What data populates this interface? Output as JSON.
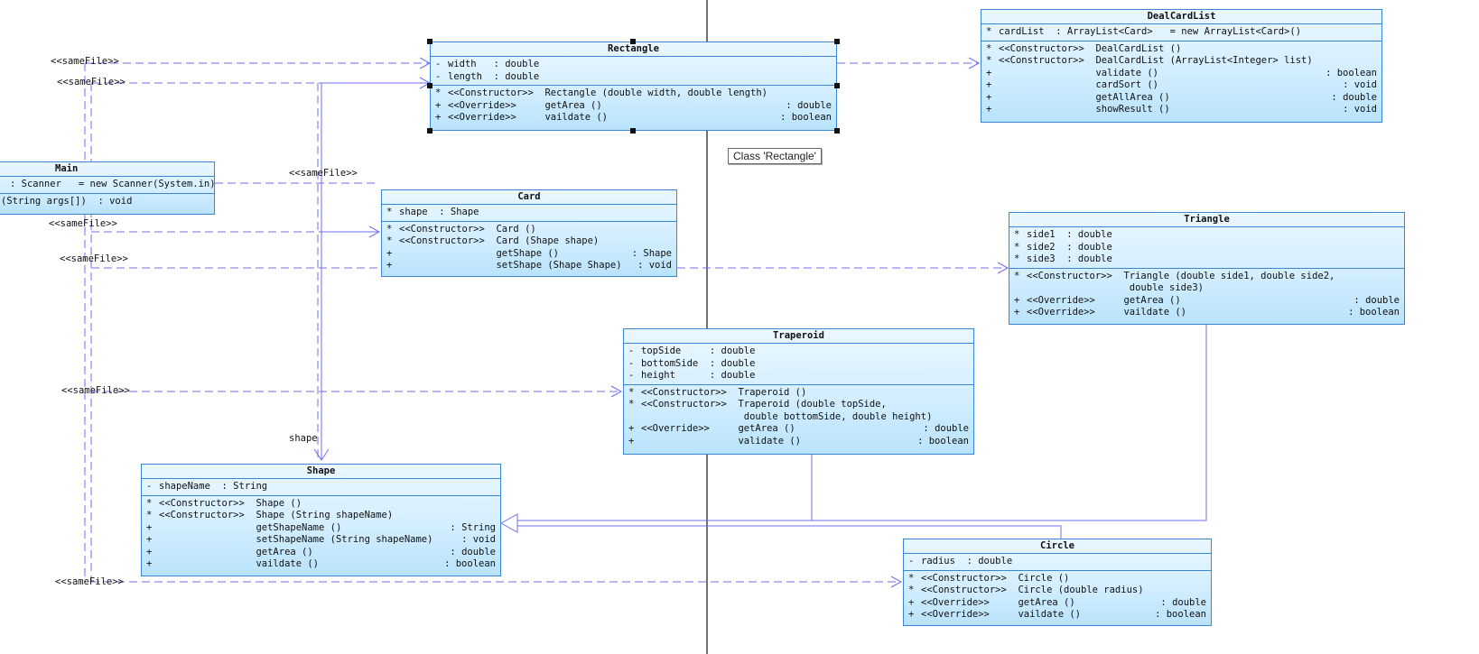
{
  "classes": {
    "rectangle": {
      "name": "Rectangle",
      "attributes": [
        {
          "vis": "-",
          "name": "width   : double"
        },
        {
          "vis": "-",
          "name": "length  : double"
        }
      ],
      "operations": [
        {
          "vis": "*",
          "st": "<<Constructor>>  ",
          "name": "Rectangle (double width, double length)",
          "type": ""
        },
        {
          "vis": "+",
          "st": "<<Override>>     ",
          "name": "getArea ()",
          "type": ": double"
        },
        {
          "vis": "+",
          "st": "<<Override>>     ",
          "name": "vaildate ()",
          "type": ": boolean"
        }
      ]
    },
    "dealcardlist": {
      "name": "DealCardList",
      "attributes": [
        {
          "vis": "*",
          "name": "cardList  : ArrayList<Card>   = new ArrayList<Card>()"
        }
      ],
      "operations": [
        {
          "vis": "*",
          "st": "<<Constructor>>  ",
          "name": "DealCardList ()",
          "type": ""
        },
        {
          "vis": "*",
          "st": "<<Constructor>>  ",
          "name": "DealCardList (ArrayList<Integer> list)",
          "type": ""
        },
        {
          "vis": "+",
          "st": "                 ",
          "name": "validate ()",
          "type": ": boolean"
        },
        {
          "vis": "+",
          "st": "                 ",
          "name": "cardSort ()",
          "type": ": void"
        },
        {
          "vis": "+",
          "st": "                 ",
          "name": "getAllArea ()",
          "type": ": double"
        },
        {
          "vis": "+",
          "st": "                 ",
          "name": "showResult ()",
          "type": ": void"
        }
      ]
    },
    "main": {
      "name": "Main",
      "attributes": [
        {
          "vis": "",
          "name": ": Scanner   = new Scanner(System.in)"
        }
      ],
      "operations": [
        {
          "vis": "",
          "st": "",
          "name": "(String args[])  : void",
          "type": ""
        }
      ]
    },
    "card": {
      "name": "Card",
      "attributes": [
        {
          "vis": "*",
          "name": "shape  : Shape"
        }
      ],
      "operations": [
        {
          "vis": "*",
          "st": "<<Constructor>>  ",
          "name": "Card ()",
          "type": ""
        },
        {
          "vis": "*",
          "st": "<<Constructor>>  ",
          "name": "Card (Shape shape)",
          "type": ""
        },
        {
          "vis": "+",
          "st": "                 ",
          "name": "getShape ()",
          "type": ": Shape"
        },
        {
          "vis": "+",
          "st": "                 ",
          "name": "setShape (Shape Shape)",
          "type": ": void"
        }
      ]
    },
    "triangle": {
      "name": "Triangle",
      "attributes": [
        {
          "vis": "*",
          "name": "side1  : double"
        },
        {
          "vis": "*",
          "name": "side2  : double"
        },
        {
          "vis": "*",
          "name": "side3  : double"
        }
      ],
      "operations": [
        {
          "vis": "*",
          "st": "<<Constructor>>  ",
          "name": "Triangle (double side1, double side2,\n double side3)",
          "type": ""
        },
        {
          "vis": "+",
          "st": "<<Override>>     ",
          "name": "getArea ()",
          "type": ": double"
        },
        {
          "vis": "+",
          "st": "<<Override>>     ",
          "name": "vaildate ()",
          "type": ": boolean"
        }
      ]
    },
    "traperoid": {
      "name": "Traperoid",
      "attributes": [
        {
          "vis": "-",
          "name": "topSide     : double"
        },
        {
          "vis": "-",
          "name": "bottomSide  : double"
        },
        {
          "vis": "-",
          "name": "height      : double"
        }
      ],
      "operations": [
        {
          "vis": "*",
          "st": "<<Constructor>>  ",
          "name": "Traperoid ()",
          "type": ""
        },
        {
          "vis": "*",
          "st": "<<Constructor>>  ",
          "name": "Traperoid (double topSide,\n double bottomSide, double height)",
          "type": ""
        },
        {
          "vis": "+",
          "st": "<<Override>>     ",
          "name": "getArea ()",
          "type": ": double"
        },
        {
          "vis": "+",
          "st": "                 ",
          "name": "validate ()",
          "type": ": boolean"
        }
      ]
    },
    "shape": {
      "name": "Shape",
      "attributes": [
        {
          "vis": "-",
          "name": "shapeName  : String"
        }
      ],
      "operations": [
        {
          "vis": "*",
          "st": "<<Constructor>>  ",
          "name": "Shape ()",
          "type": ""
        },
        {
          "vis": "*",
          "st": "<<Constructor>>  ",
          "name": "Shape (String shapeName)",
          "type": ""
        },
        {
          "vis": "+",
          "st": "                 ",
          "name": "getShapeName ()",
          "type": ": String"
        },
        {
          "vis": "+",
          "st": "                 ",
          "name": "setShapeName (String shapeName)",
          "type": ": void"
        },
        {
          "vis": "+",
          "st": "                 ",
          "name": "getArea ()",
          "type": ": double"
        },
        {
          "vis": "+",
          "st": "                 ",
          "name": "vaildate ()",
          "type": ": boolean"
        }
      ]
    },
    "circle": {
      "name": "Circle",
      "attributes": [
        {
          "vis": "-",
          "name": "radius  : double"
        }
      ],
      "operations": [
        {
          "vis": "*",
          "st": "<<Constructor>>  ",
          "name": "Circle ()",
          "type": ""
        },
        {
          "vis": "*",
          "st": "<<Constructor>>  ",
          "name": "Circle (double radius)",
          "type": ""
        },
        {
          "vis": "+",
          "st": "<<Override>>     ",
          "name": "getArea ()",
          "type": ": double"
        },
        {
          "vis": "+",
          "st": "<<Override>>     ",
          "name": "vaildate ()",
          "type": ": boolean"
        }
      ]
    }
  },
  "labels": {
    "samefile": "<<sameFile>>",
    "shape_role": "shape"
  },
  "tooltip": "Class 'Rectangle'",
  "colors": {
    "line": "#6f6ff0",
    "border": "#3a86d6",
    "fill_top": "#eaf7ff",
    "fill_bottom": "#b9e3fb"
  }
}
